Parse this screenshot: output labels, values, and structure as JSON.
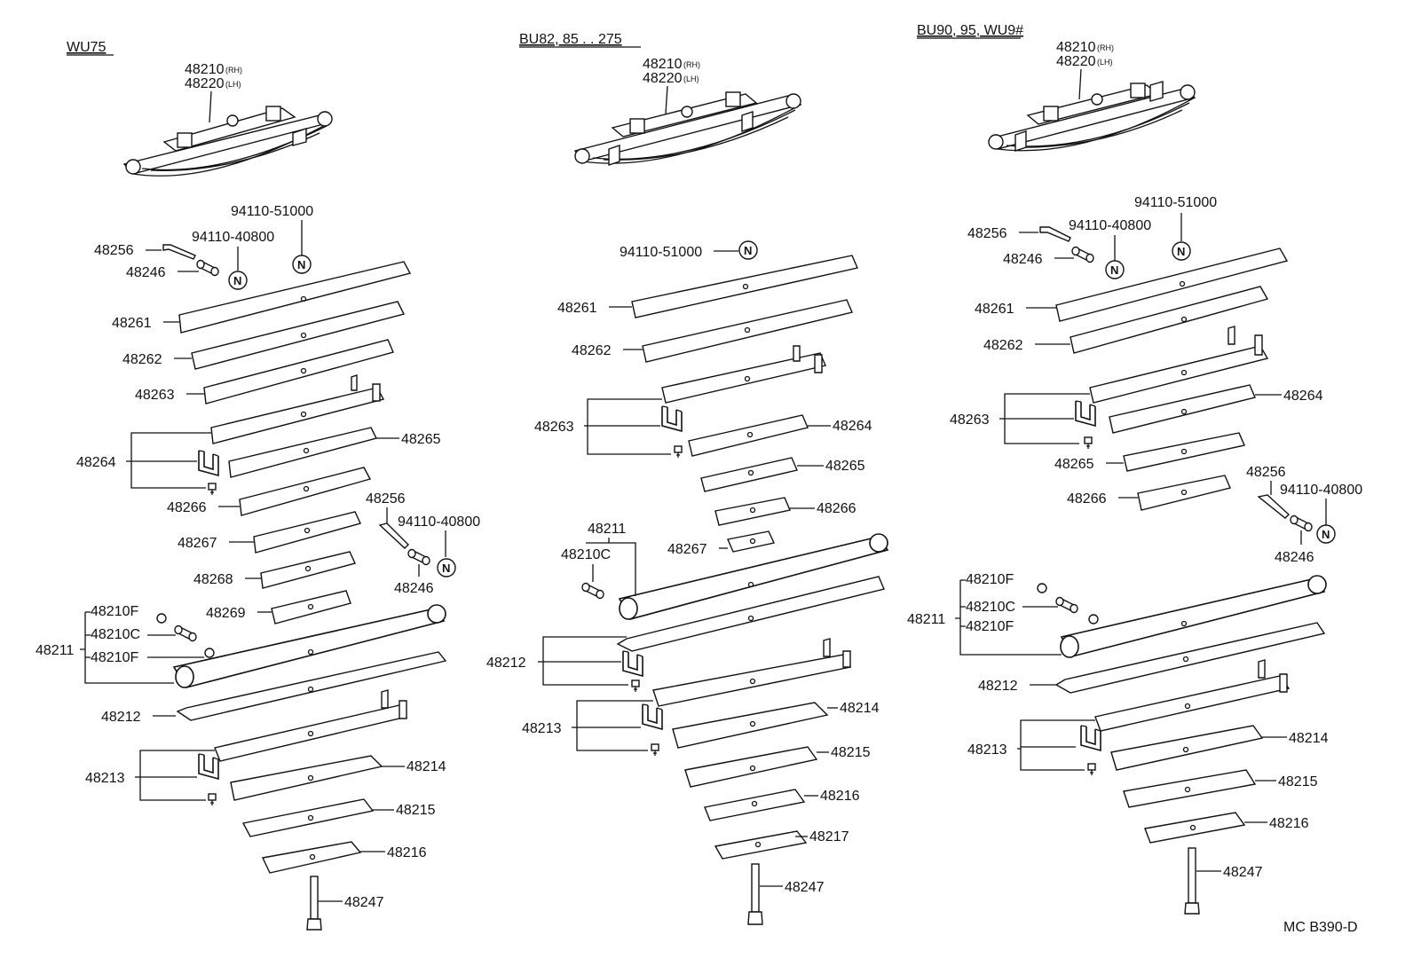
{
  "columns": [
    {
      "header": "WU75",
      "assembly": {
        "rh": "48210",
        "rh_suffix": "(RH)",
        "lh": "48220",
        "lh_suffix": "(LH)"
      },
      "labels": {
        "n94110_51000": "94110-51000",
        "n48256_top": "48256",
        "n94110_40800_top": "94110-40800",
        "n48246_top": "48246",
        "n48261": "48261",
        "n48262": "48262",
        "n48263": "48263",
        "n48264": "48264",
        "n48265": "48265",
        "n48266": "48266",
        "n48256_mid": "48256",
        "n94110_40800_mid": "94110-40800",
        "n48267": "48267",
        "n48268": "48268",
        "n48246_mid": "48246",
        "n48269": "48269",
        "n48210F_a": "48210F",
        "n48210C": "48210C",
        "n48210F_b": "48210F",
        "n48211": "48211",
        "n48212": "48212",
        "n48213": "48213",
        "n48214": "48214",
        "n48215": "48215",
        "n48216": "48216",
        "n48247": "48247"
      }
    },
    {
      "header": "BU82, 85 . . 275",
      "assembly": {
        "rh": "48210",
        "rh_suffix": "(RH)",
        "lh": "48220",
        "lh_suffix": "(LH)"
      },
      "labels": {
        "n94110_51000": "94110-51000",
        "n48261": "48261",
        "n48262": "48262",
        "n48263": "48263",
        "n48264": "48264",
        "n48265": "48265",
        "n48266": "48266",
        "n48267": "48267",
        "n48211": "48211",
        "n48210C": "48210C",
        "n48212": "48212",
        "n48213": "48213",
        "n48214": "48214",
        "n48215": "48215",
        "n48216": "48216",
        "n48217": "48217",
        "n48247": "48247"
      }
    },
    {
      "header": "BU90, 95, WU9#",
      "assembly": {
        "rh": "48210",
        "rh_suffix": "(RH)",
        "lh": "48220",
        "lh_suffix": "(LH)"
      },
      "labels": {
        "n94110_51000": "94110-51000",
        "n48256_top": "48256",
        "n94110_40800_top": "94110-40800",
        "n48246_top": "48246",
        "n48261": "48261",
        "n48262": "48262",
        "n48264": "48264",
        "n48263": "48263",
        "n48265": "48265",
        "n48266": "48266",
        "n48256_mid": "48256",
        "n94110_40800_mid": "94110-40800",
        "n48246_mid": "48246",
        "n48210F_a": "48210F",
        "n48211": "48211",
        "n48210C": "48210C",
        "n48210F_b": "48210F",
        "n48212": "48212",
        "n48213": "48213",
        "n48214": "48214",
        "n48215": "48215",
        "n48216": "48216",
        "n48247": "48247"
      }
    }
  ],
  "new_part_symbol": "N",
  "drawing_code": "MC B390-D",
  "colors": {
    "line": "#111111",
    "background": "#ffffff"
  }
}
